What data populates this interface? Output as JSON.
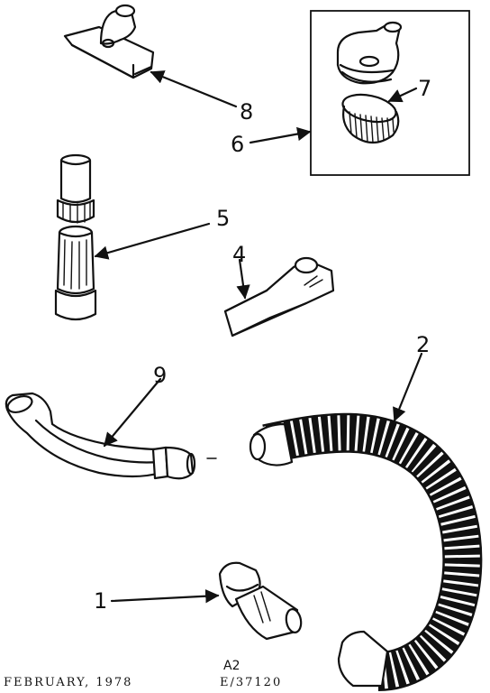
{
  "callouts": {
    "c1": "1",
    "c2": "2",
    "c4": "4",
    "c5": "5",
    "c6": "6",
    "c7": "7",
    "c8": "8",
    "c9": "9"
  },
  "footer": {
    "sheet": "A2",
    "date": "FEBRUARY, 1978",
    "code": "E/37120"
  }
}
